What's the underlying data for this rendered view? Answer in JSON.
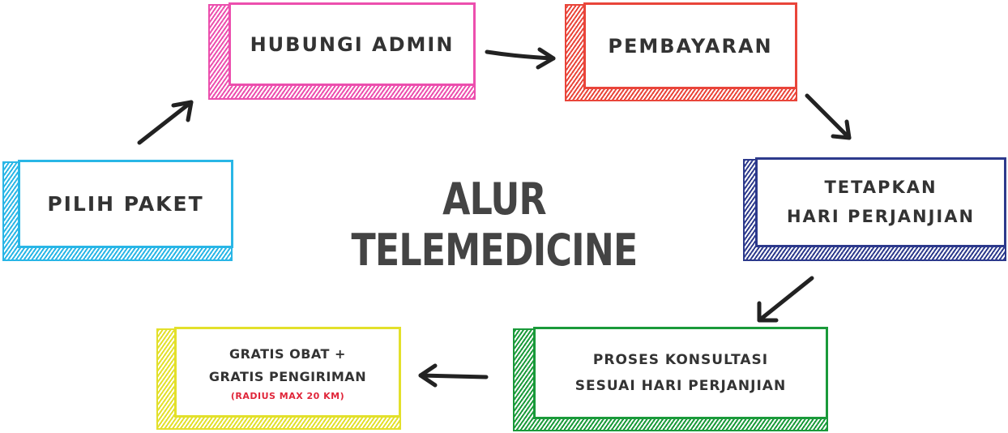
{
  "title": "ALUR TELEMEDICINE",
  "steps": [
    {
      "id": "pilih-paket",
      "lines": [
        "PILIH PAKET"
      ],
      "color": "#29b6e6"
    },
    {
      "id": "hubungi-admin",
      "lines": [
        "HUBUNGI ADMIN"
      ],
      "color": "#ec4fae"
    },
    {
      "id": "pembayaran",
      "lines": [
        "PEMBAYARAN"
      ],
      "color": "#e9453a"
    },
    {
      "id": "tetapkan-hari",
      "lines": [
        "TETAPKAN",
        "HARI PERJANJIAN"
      ],
      "color": "#2d3a8c"
    },
    {
      "id": "proses-konsultasi",
      "lines": [
        "PROSES KONSULTASI",
        "SESUAI HARI PERJANJIAN"
      ],
      "color": "#1a9a3a"
    },
    {
      "id": "gratis-obat",
      "lines": [
        "GRATIS OBAT +",
        "GRATIS PENGIRIMAN"
      ],
      "note": "(RADIUS MAX 20 KM)",
      "color": "#e3e02b"
    }
  ],
  "note_color": "#e0263a",
  "arrow_color": "#222222"
}
